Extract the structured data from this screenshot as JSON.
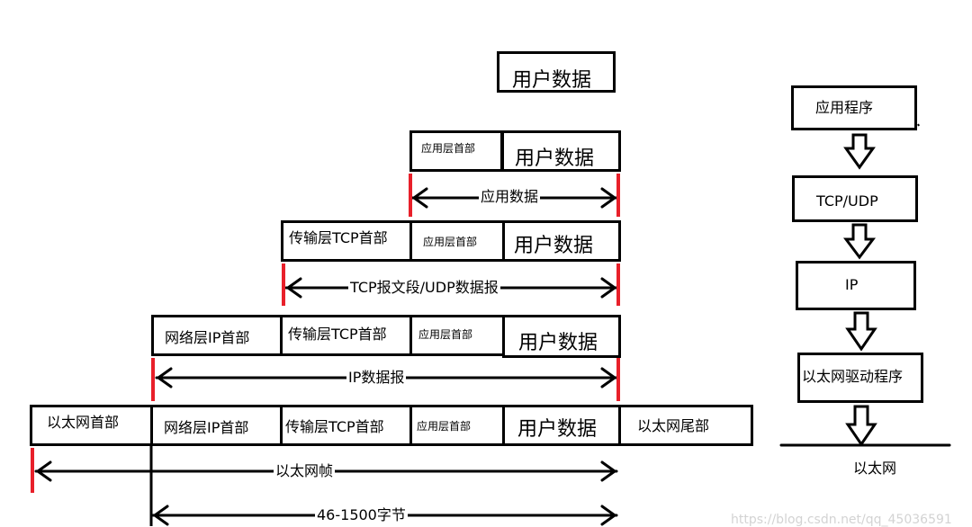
{
  "top_user_data": "用户数据",
  "layer1": {
    "app_header": "应用层首部",
    "user_data": "用户数据",
    "span_label": "应用数据"
  },
  "layer2": {
    "tcp_header": "传输层TCP首部",
    "app_header": "应用层首部",
    "user_data": "用户数据",
    "span_label": "TCP报文段/UDP数据报"
  },
  "layer3": {
    "ip_header": "网络层IP首部",
    "tcp_header": "传输层TCP首部",
    "app_header": "应用层首部",
    "user_data": "用户数据",
    "span_label": "IP数据报"
  },
  "layer4": {
    "eth_header": "以太网首部",
    "ip_header": "网络层IP首部",
    "tcp_header": "传输层TCP首部",
    "app_header": "应用层首部",
    "user_data": "用户数据",
    "eth_trailer": "以太网尾部",
    "span_label": "以太网帧",
    "payload_label": "46-1500字节"
  },
  "stack": {
    "app": "应用程序",
    "transport": "TCP/UDP",
    "network": "IP",
    "driver": "以太网驱动程序",
    "medium": "以太网"
  },
  "watermark": "https://blog.csdn.net/qq_45036591",
  "colors": {
    "marker": "#e8202a",
    "line": "#000000"
  }
}
